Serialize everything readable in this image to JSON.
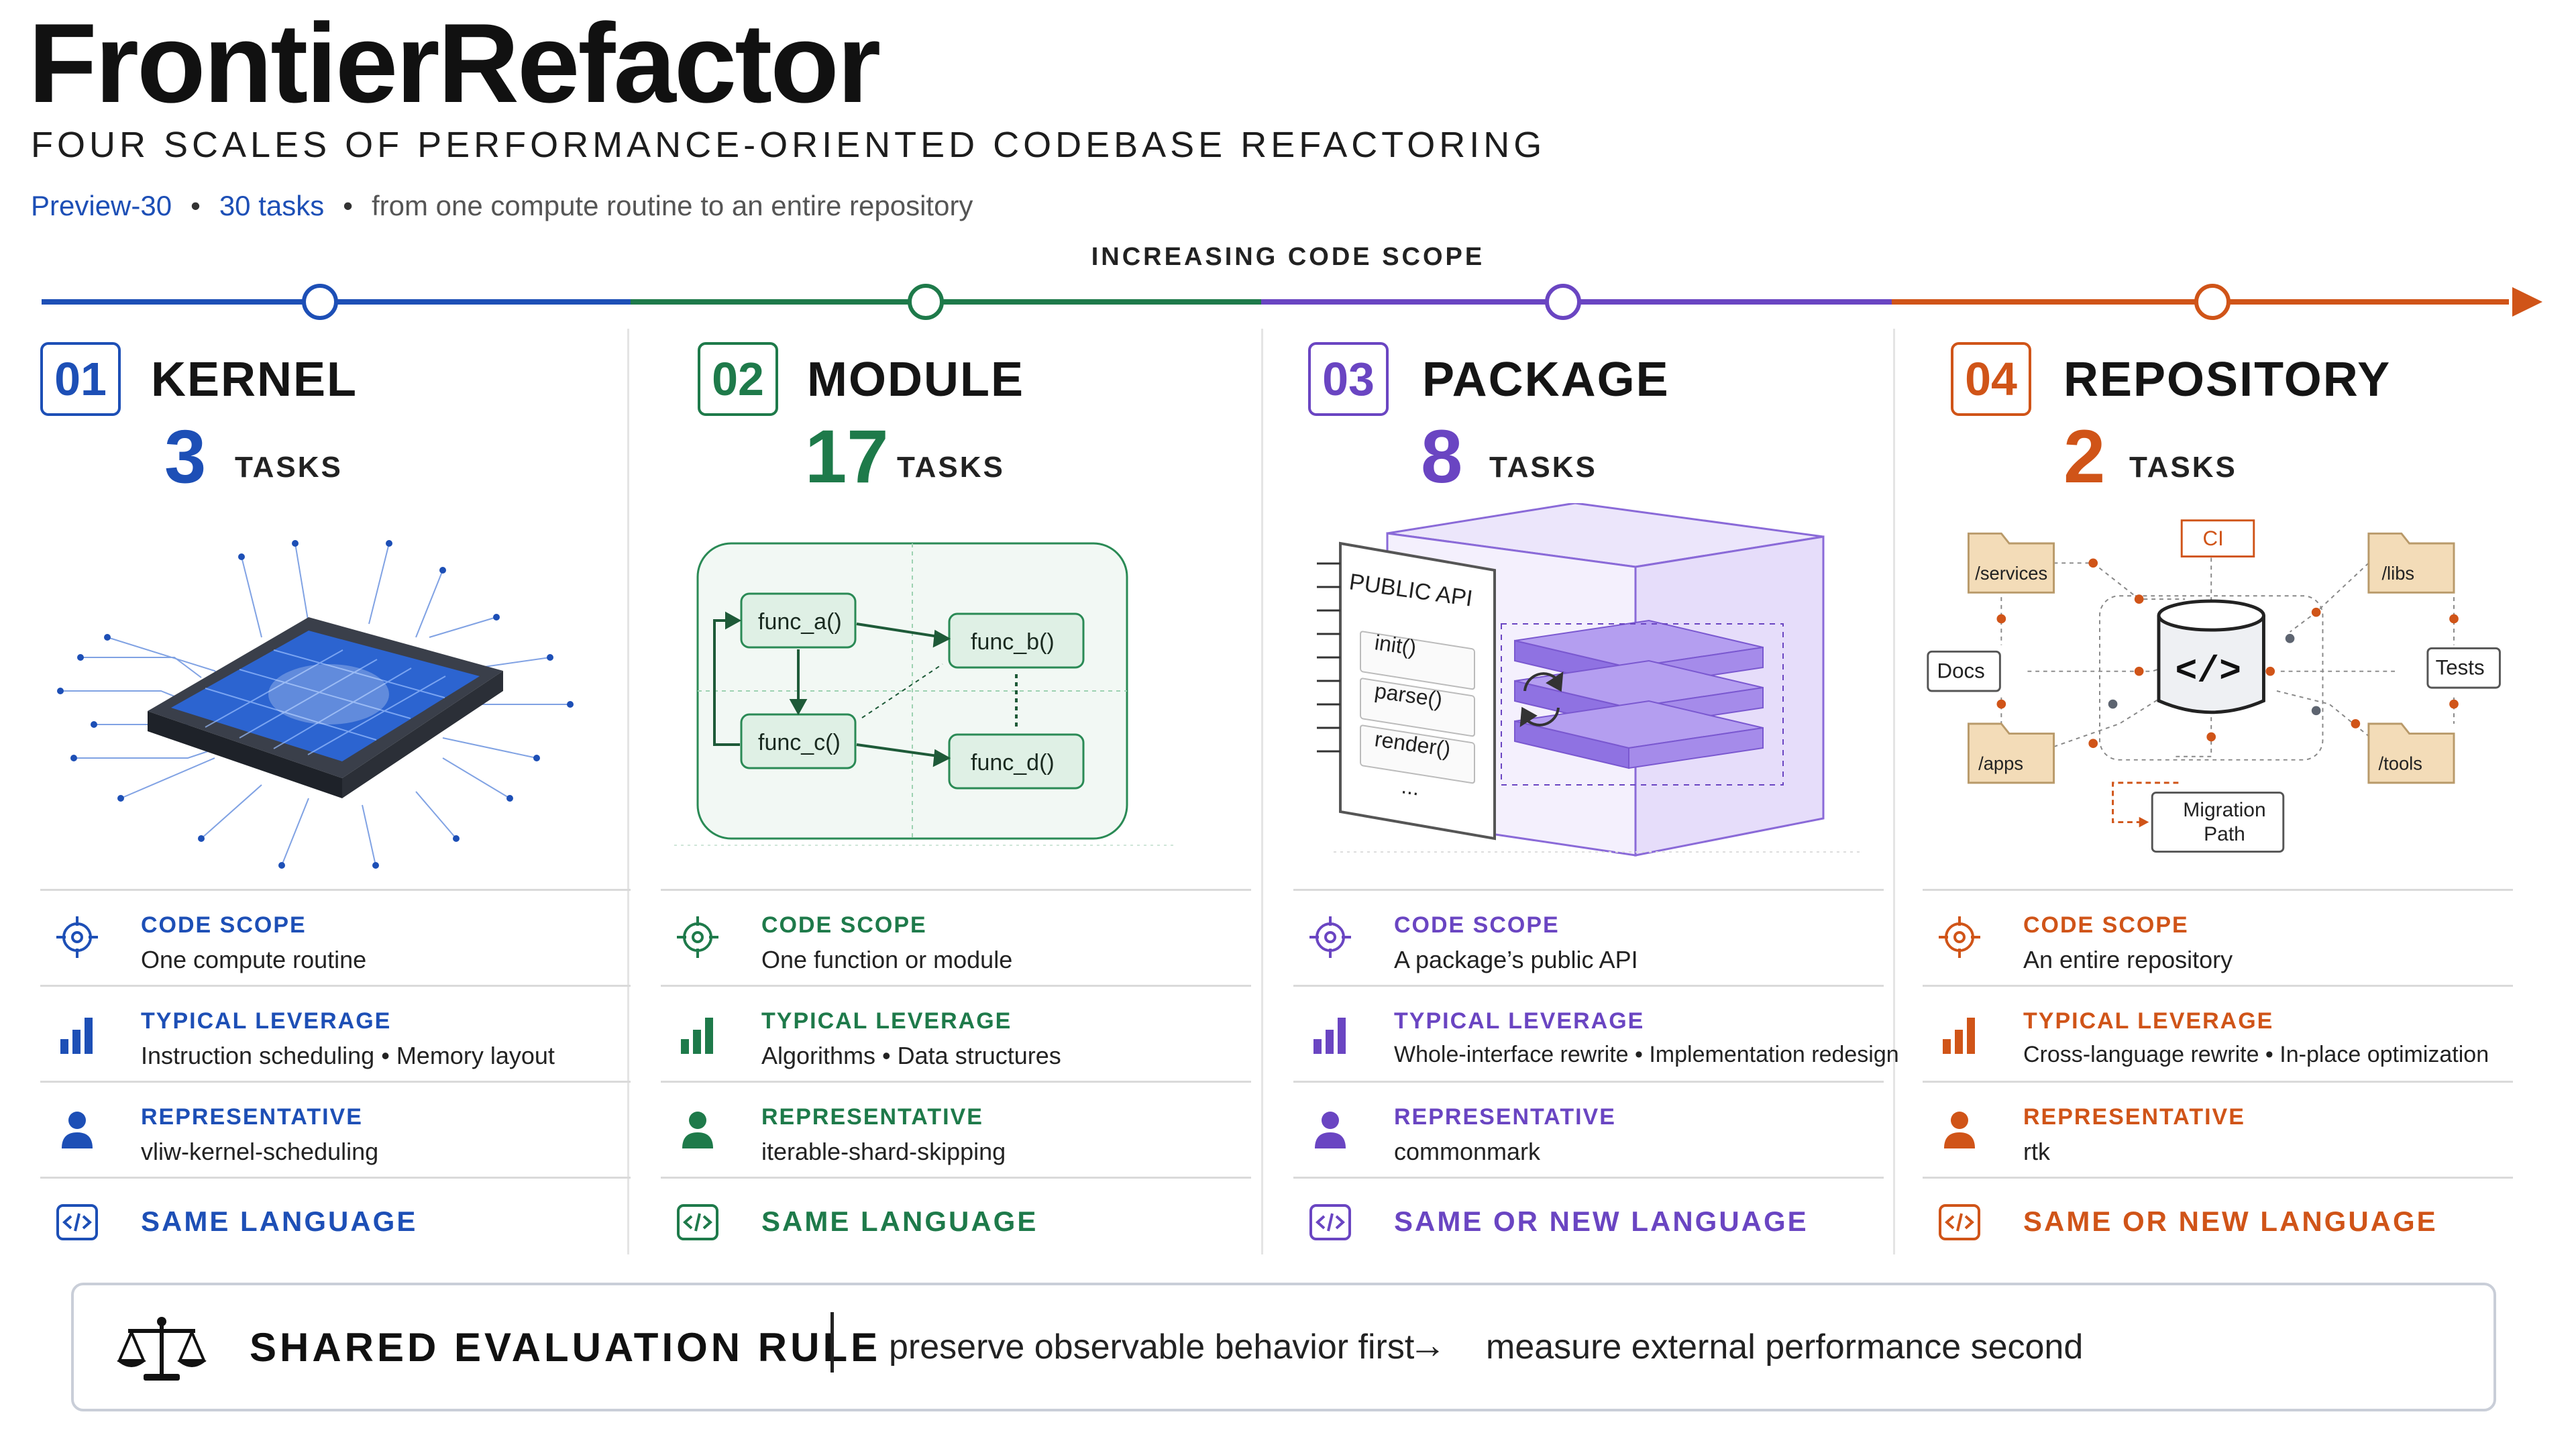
{
  "header": {
    "title": "FrontierRefactor",
    "subtitle": "FOUR SCALES OF PERFORMANCE-ORIENTED CODEBASE REFACTORING",
    "meta_preview": "Preview-30",
    "meta_tasks": "30 tasks",
    "meta_desc": "from one compute routine to an entire repository",
    "meta_sep": "•"
  },
  "timeline": {
    "label": "INCREASING CODE SCOPE"
  },
  "colors": {
    "kernel": "#1d4fb6",
    "module": "#1e7a4a",
    "package": "#6a45c2",
    "repository": "#d05418"
  },
  "columns": [
    {
      "num": "01",
      "name": "KERNEL",
      "count": "3",
      "tasks_label": "TASKS",
      "scope_label": "CODE SCOPE",
      "scope_value": "One compute routine",
      "leverage_label": "TYPICAL LEVERAGE",
      "leverage_value": "Instruction scheduling • Memory layout",
      "rep_label": "REPRESENTATIVE",
      "rep_value": "vliw-kernel-scheduling",
      "lang": "SAME LANGUAGE"
    },
    {
      "num": "02",
      "name": "MODULE",
      "count": "17",
      "tasks_label": "TASKS",
      "scope_label": "CODE SCOPE",
      "scope_value": "One function or module",
      "leverage_label": "TYPICAL LEVERAGE",
      "leverage_value": "Algorithms • Data structures",
      "rep_label": "REPRESENTATIVE",
      "rep_value": "iterable-shard-skipping",
      "lang": "SAME LANGUAGE",
      "funcs": [
        "func_a()",
        "func_b()",
        "func_c()",
        "func_d()"
      ]
    },
    {
      "num": "03",
      "name": "PACKAGE",
      "count": "8",
      "tasks_label": "TASKS",
      "scope_label": "CODE SCOPE",
      "scope_value": "A package’s public API",
      "leverage_label": "TYPICAL LEVERAGE",
      "leverage_value": "Whole-interface rewrite • Implementation redesign",
      "rep_label": "REPRESENTATIVE",
      "rep_value": "commonmark",
      "lang": "SAME OR NEW LANGUAGE",
      "api_title": "PUBLIC API",
      "api_items": [
        "init()",
        "parse()",
        "render()",
        "..."
      ]
    },
    {
      "num": "04",
      "name": "REPOSITORY",
      "count": "2",
      "tasks_label": "TASKS",
      "scope_label": "CODE SCOPE",
      "scope_value": "An entire repository",
      "leverage_label": "TYPICAL LEVERAGE",
      "leverage_value": "Cross-language rewrite • In-place optimization",
      "rep_label": "REPRESENTATIVE",
      "rep_value": "rtk",
      "lang": "SAME OR NEW LANGUAGE",
      "nodes": {
        "services": "/services",
        "ci": "CI",
        "libs": "/libs",
        "docs": "Docs",
        "tests": "Tests",
        "apps": "/apps",
        "tools": "/tools",
        "migration": "Migration Path",
        "code": "</>"
      }
    }
  ],
  "rule": {
    "title": "SHARED EVALUATION RULE",
    "first": "preserve observable behavior first",
    "arrow": "→",
    "second": "measure external performance second"
  }
}
